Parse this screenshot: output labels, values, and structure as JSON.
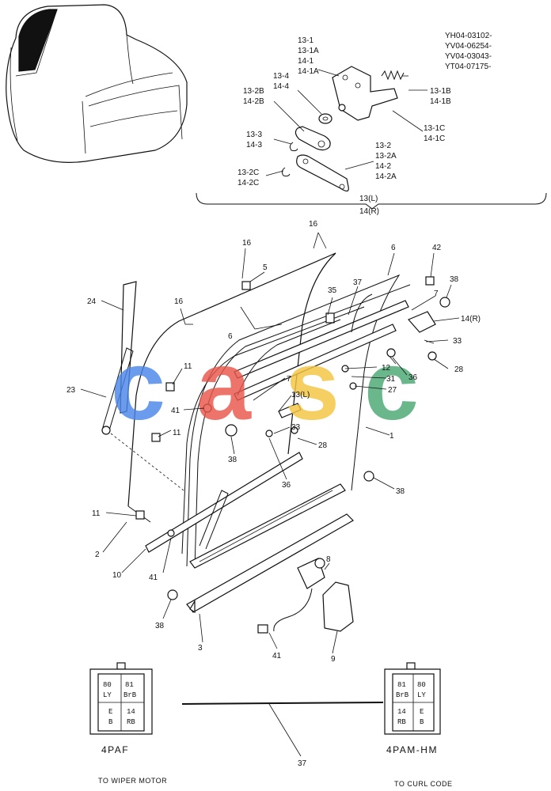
{
  "serials": [
    "YH04-03102-",
    "YV04-06254-",
    "YV04-03043-",
    "YT04-07175-"
  ],
  "watermark": {
    "letters": [
      "c",
      "a",
      "s",
      "c"
    ],
    "colors": [
      "#4a86e8",
      "#e8564a",
      "#f5c542",
      "#4aa874"
    ]
  },
  "inset_labels": {
    "l13_1": [
      "13-1",
      "13-1A",
      "14-1",
      "14-1A"
    ],
    "l13_1b": [
      "13-1B",
      "14-1B"
    ],
    "l13_4": [
      "13-4",
      "14-4"
    ],
    "l13_2b": [
      "13-2B",
      "14-2B"
    ],
    "l13_3": [
      "13-3",
      "14-3"
    ],
    "l13_1c": [
      "13-1C",
      "14-1C"
    ],
    "l13_2": [
      "13-2",
      "13-2A",
      "14-2",
      "14-2A"
    ],
    "l13_2c": [
      "13-2C",
      "14-2C"
    ],
    "group": [
      "13(L)",
      "14(R)"
    ]
  },
  "parts": {
    "p16a": "16",
    "p16b": "16",
    "p16c": "16",
    "p5": "5",
    "p6a": "6",
    "p6b": "6",
    "p42": "42",
    "p38a": "38",
    "p24": "24",
    "p35": "35",
    "p37a": "37",
    "p7a": "7",
    "p14r": "14(R)",
    "p33a": "33",
    "p28a": "28",
    "p11a": "11",
    "p12": "12",
    "p36a": "36",
    "p31": "31",
    "p23": "23",
    "p7b": "7",
    "p27": "27",
    "p13l": "13(L)",
    "p41a": "41",
    "p33b": "33",
    "p1": "1",
    "p11b": "11",
    "p38b": "38",
    "p28b": "28",
    "p36b": "36",
    "p38c": "38",
    "p11c": "11",
    "p2": "2",
    "p10": "10",
    "p41b": "41",
    "p8": "8",
    "p38d": "38",
    "p3": "3",
    "p41c": "41",
    "p9": "9",
    "p37b": "37"
  },
  "connector_left": {
    "pins": [
      "80",
      "81",
      "LY",
      "BrB",
      "E",
      "14",
      "B",
      "RB"
    ],
    "name": "4PAF",
    "caption": "TO WIPER MOTOR"
  },
  "connector_right": {
    "pins": [
      "81",
      "80",
      "BrB",
      "LY",
      "14",
      "E",
      "RB",
      "B"
    ],
    "name": "4PAM-HM",
    "caption": "TO CURL CODE"
  }
}
